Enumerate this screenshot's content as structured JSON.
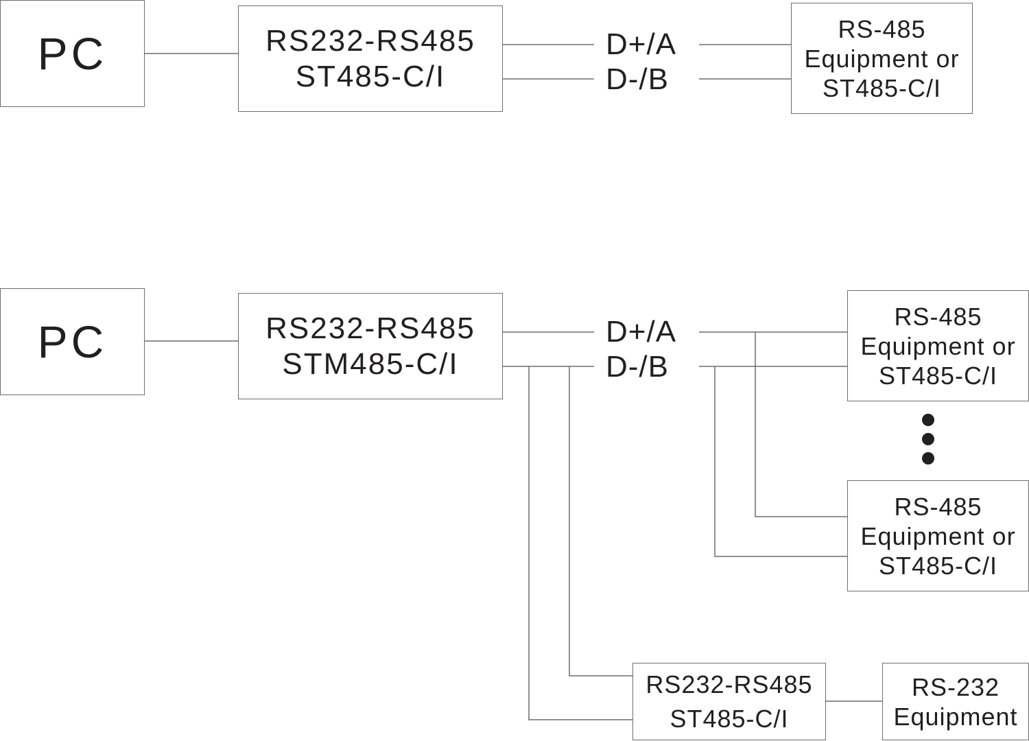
{
  "top": {
    "pc": "PC",
    "converter": {
      "line1": "RS232-RS485",
      "line2": "ST485-C/I"
    },
    "signal_a": "D+/A",
    "signal_b": "D-/B",
    "device": {
      "line1": "RS-485",
      "line2": "Equipment or",
      "line3": "ST485-C/I"
    }
  },
  "bottom": {
    "pc": "PC",
    "converter": {
      "line1": "RS232-RS485",
      "line2": "STM485-C/I"
    },
    "signal_a": "D+/A",
    "signal_b": "D-/B",
    "device_1": {
      "line1": "RS-485",
      "line2": "Equipment or",
      "line3": "ST485-C/I"
    },
    "device_2": {
      "line1": "RS-485",
      "line2": "Equipment or",
      "line3": "ST485-C/I"
    },
    "sub_converter": {
      "line1": "RS232-RS485",
      "line2": "ST485-C/I"
    },
    "rs232_device": {
      "line1": "RS-232",
      "line2": "Equipment"
    }
  },
  "colors": {
    "line": "#6d6d6d",
    "text": "#231f20"
  }
}
